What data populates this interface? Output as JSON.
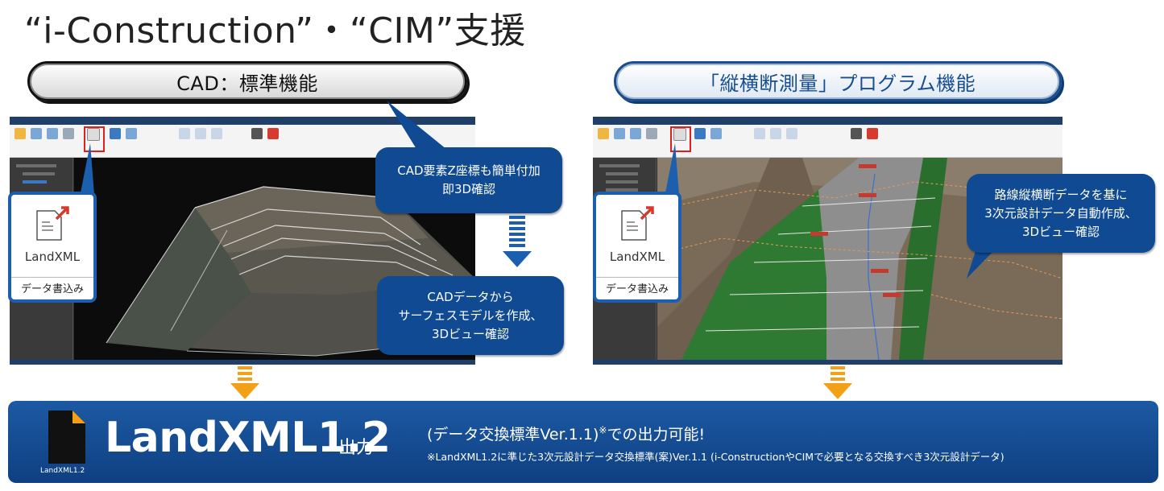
{
  "title": "“i-Construction”・“CIM”支援",
  "sections": {
    "cad": {
      "label": "CAD：標準機能"
    },
    "survey": {
      "label": "「縦横断測量」プログラム機能"
    }
  },
  "callouts": {
    "z_coord": [
      "CAD要素Z座標も簡単付加",
      "即3D確認"
    ],
    "surface": [
      "CADデータから",
      "サーフェスモデルを作成、",
      "3Dビュー確認"
    ],
    "route": [
      "路線縦横断データを基に",
      "3次元設計データ自動作成、",
      "3Dビュー確認"
    ]
  },
  "landxml_card": {
    "label": "LandXML",
    "caption": "データ書込み"
  },
  "banner": {
    "icon_caption": "LandXML1.2",
    "big": "LandXML1.2",
    "output": "出力",
    "main": "(データ交換標準Ver.1.1)",
    "main_mark": "※",
    "main_suffix": "での出力可能!",
    "sub": "※LandXML1.2に準じた3次元設計データ交換標準(案)Ver.1.1 (i-ConstructionやCIMで必要となる交換すべき3次元設計データ)"
  },
  "colors": {
    "brand_blue": "#0f4a93",
    "banner_blue": "#1c5aa3",
    "arrow_orange": "#f3a017",
    "highlight_red": "#e02020",
    "terrain_green": "#2f7a33"
  }
}
